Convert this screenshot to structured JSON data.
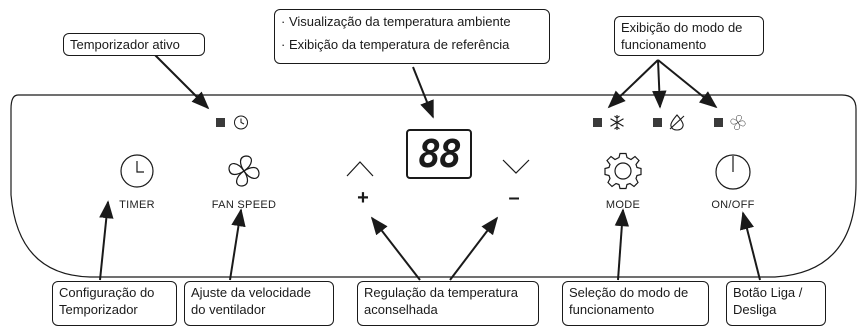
{
  "callouts": {
    "timer_active": "Temporizador ativo",
    "temp_display_line1": "· Visualização da temperatura ambiente",
    "temp_display_line2": "· Exibição da temperatura de referência",
    "mode_display_line1": "Exibição do modo de",
    "mode_display_line2": "funcionamento",
    "timer_config_line1": "Configuração do",
    "timer_config_line2": "Temporizador",
    "fan_adjust_line1": "Ajuste da velocidade",
    "fan_adjust_line2": "do ventilador",
    "temp_reg_line1": "Regulação da temperatura",
    "temp_reg_line2": "aconselhada",
    "mode_select_line1": "Seleção do modo de",
    "mode_select_line2": "funcionamento",
    "power_line1": "Botão Liga /",
    "power_line2": "Desliga"
  },
  "panel": {
    "display_value": "88",
    "plus_symbol": "+",
    "minus_symbol": "–",
    "labels": {
      "timer": "TIMER",
      "fan_speed": "FAN SPEED",
      "mode": "MODE",
      "on_off": "ON/OFF"
    }
  },
  "icons": {
    "timer": "clock-icon",
    "fan": "fan-icon",
    "mode": "gear-icon",
    "power": "power-icon",
    "up": "chevron-up-icon",
    "down": "chevron-down-icon",
    "cool": "snowflake-icon",
    "dry": "droplet-icon",
    "fan_mode": "fan-icon"
  }
}
